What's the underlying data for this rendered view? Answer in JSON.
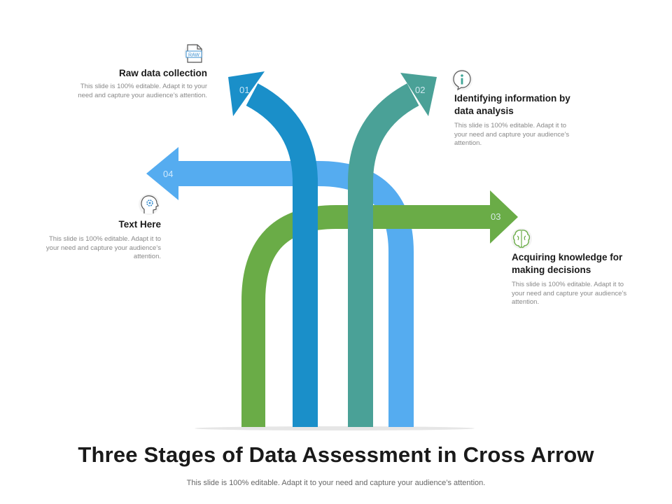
{
  "slide": {
    "title": "Three Stages of Data Assessment in Cross Arrow",
    "footer": "This slide is 100% editable. Adapt it to your need and capture your audience’s attention."
  },
  "stages": [
    {
      "number": "01",
      "heading": "Raw data collection",
      "body": "This slide is 100% editable. Adapt it to your need and capture your audience’s attention.",
      "icon": "raw-file-icon",
      "color": "#1a8fc9"
    },
    {
      "number": "02",
      "heading": "Identifying information by data analysis",
      "body": "This slide is 100% editable. Adapt it to your need and capture your audience’s attention.",
      "icon": "info-icon",
      "color": "#4aa197"
    },
    {
      "number": "03",
      "heading": "Acquiring knowledge for making decisions",
      "body": "This slide is 100% editable. Adapt it to your need and capture your audience’s attention.",
      "icon": "brain-icon",
      "color": "#6aac47"
    },
    {
      "number": "04",
      "heading": "Text Here",
      "body": "This slide is 100% editable. Adapt it to your need and capture your audience’s attention.",
      "icon": "head-gear-icon",
      "color": "#55acf0"
    }
  ],
  "icon_labels": {
    "raw": "RAW"
  }
}
